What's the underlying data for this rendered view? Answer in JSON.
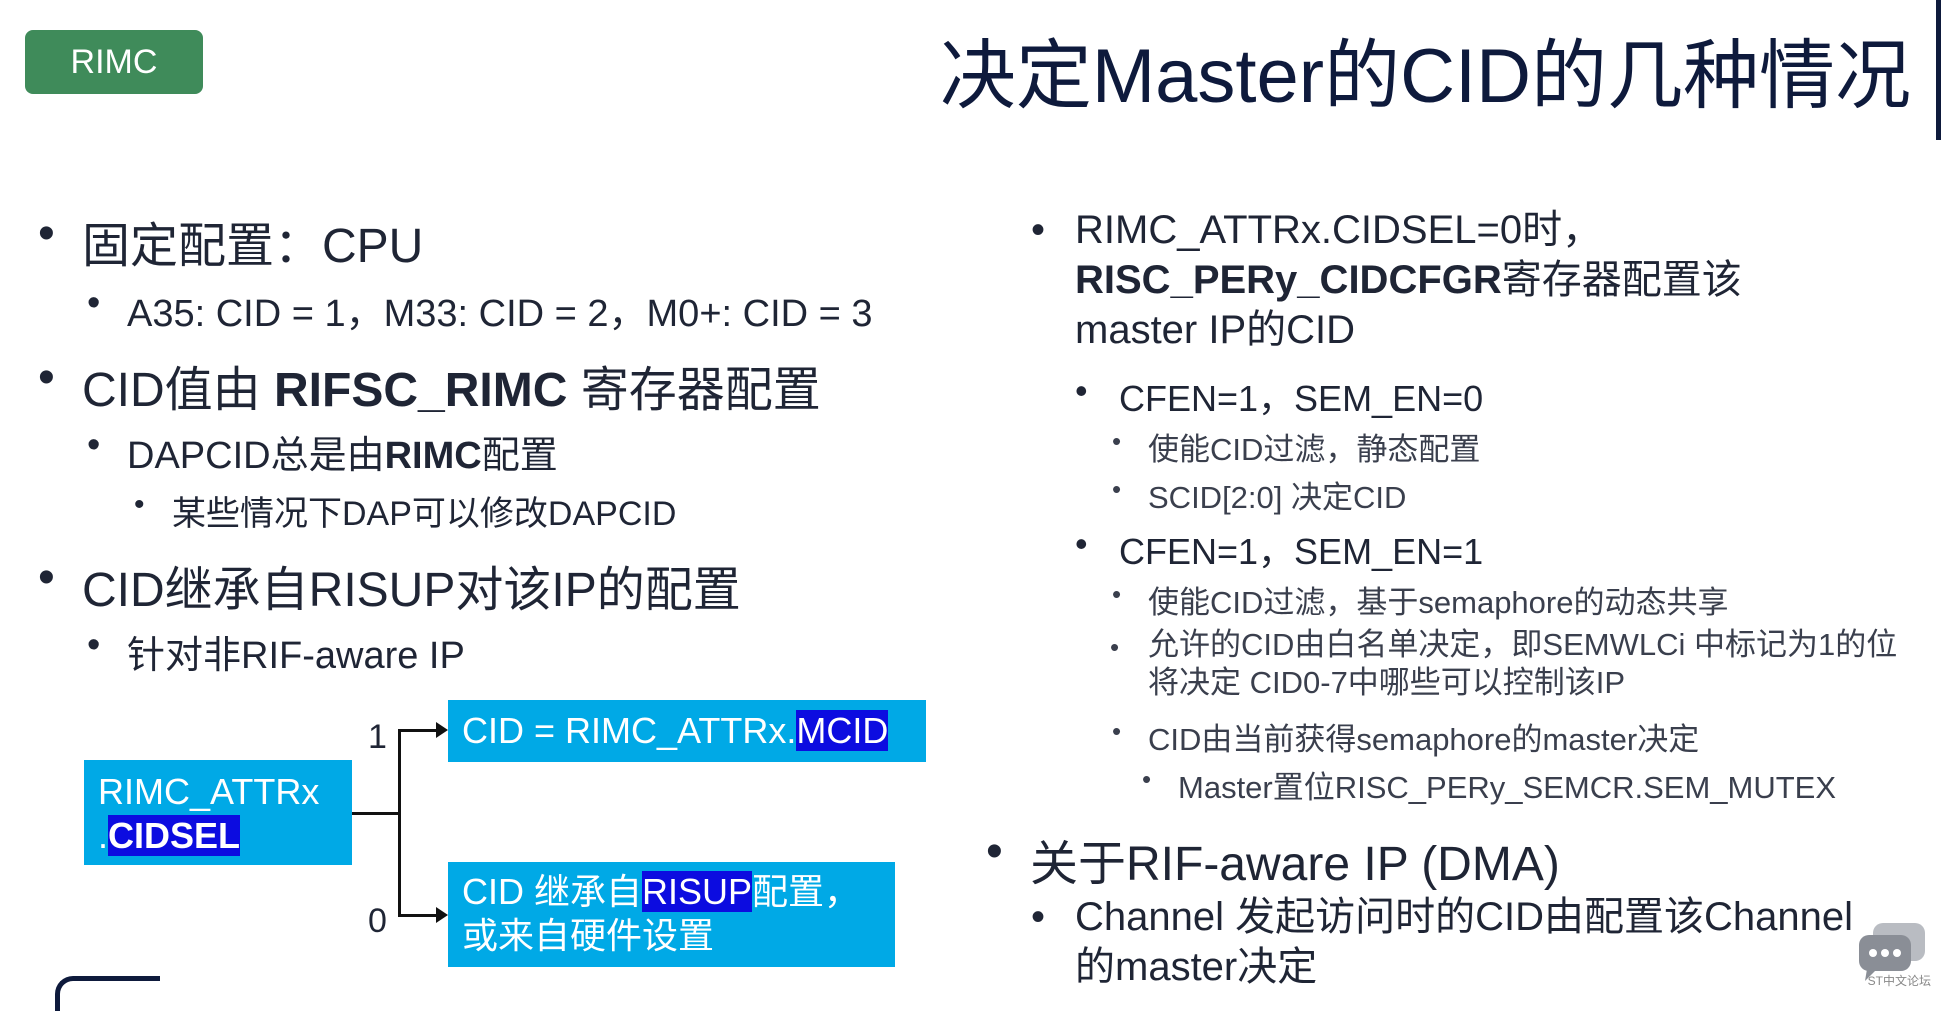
{
  "tag": "RIMC",
  "title": "决定Master的CID的几种情况",
  "left": {
    "b1": "固定配置：CPU",
    "b1_sub": "A35: CID = 1，M33: CID = 2，M0+: CID = 3",
    "b2_pre": "CID值由 ",
    "b2_bold": "RIFSC_RIMC",
    "b2_post": " 寄存器配置",
    "b2_sub_pre": "DAPCID总是由",
    "b2_sub_bold": "RIMC",
    "b2_sub_post": "配置",
    "b2_subsub": "某些情况下DAP可以修改DAPCID",
    "b3": "CID继承自RISUP对该IP的配置",
    "b3_sub": "针对非RIF-aware IP"
  },
  "diagram": {
    "src_line1": "RIMC_ATTRx",
    "src_dot": ".",
    "src_hl": "CIDSEL",
    "label_1": "1",
    "label_0": "0",
    "top_pre": "CID = RIMC_ATTRx.",
    "top_hl": "MCID",
    "bot_pre": "CID 继承自",
    "bot_hl": "RISUP",
    "bot_post": "配置，",
    "bot_line2": "或来自硬件设置"
  },
  "right": {
    "a_pre": "RIMC_ATTRx.CIDSEL=0时，",
    "a_bold": "RISC_PERy_CIDCFGR",
    "a_post": "寄存器配置该master IP的CID",
    "a1": "CFEN=1，SEM_EN=0",
    "a1_1": "使能CID过滤，静态配置",
    "a1_2": "SCID[2:0] 决定CID",
    "a2": "CFEN=1，SEM_EN=1",
    "a2_1": "使能CID过滤，基于semaphore的动态共享",
    "a2_2": "允许的CID由白名单决定，即SEMWLCi 中标记为1的位将决定 CID0-7中哪些可以控制该IP",
    "a2_3": "CID由当前获得semaphore的master决定",
    "a2_3_1": "Master置位RISC_PERy_SEMCR.SEM_MUTEX",
    "b": "关于RIF-aware IP (DMA)",
    "b1": "Channel 发起访问时的CID由配置该Channel的master决定"
  },
  "watermark": "ST中文论坛"
}
